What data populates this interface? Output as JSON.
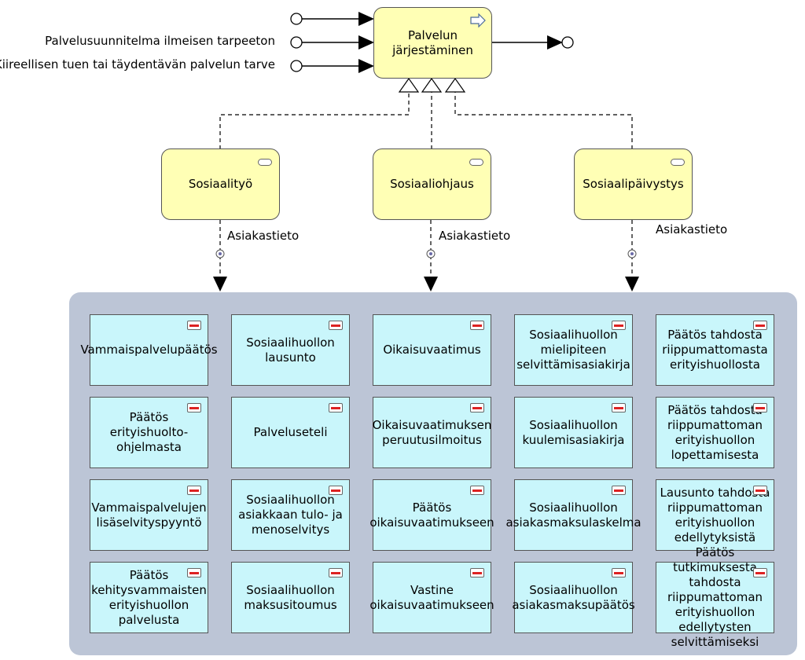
{
  "process": {
    "label": "Palvelun järjestäminen",
    "icon": "process-arrow-icon"
  },
  "external_inputs": [
    {
      "label": ""
    },
    {
      "label": "Palvelusuunnitelma ilmeisen tarpeeton"
    },
    {
      "label": "Kiireellisen tuen tai täydentävän palvelun tarve"
    }
  ],
  "services": [
    {
      "label": "Sosiaalityö",
      "flow_label": "Asiakastieto"
    },
    {
      "label": "Sosiaaliohjaus",
      "flow_label": "Asiakastieto"
    },
    {
      "label": "Sosiaalipäivystys",
      "flow_label": "Asiakastieto"
    }
  ],
  "documents": [
    "Vammaispalvelupäätös",
    "Sosiaalihuollon lausunto",
    "Oikaisuvaatimus",
    "Sosiaalihuollon mielipiteen selvittämisasiakirja",
    "Päätös tahdosta riippumattomasta erityishuollosta",
    "Päätös erityishuolto-ohjelmasta",
    "Palveluseteli",
    "Oikaisuvaatimuksen peruutusilmoitus",
    "Sosiaalihuollon kuulemisasiakirja",
    "Päätös tahdosta riippumattoman erityishuollon lopettamisesta",
    "Vammaispalvelujen lisäselvityspyyntö",
    "Sosiaalihuollon asiakkaan tulo- ja menoselvitys",
    "Päätös oikaisuvaatimukseen",
    "Sosiaalihuollon asiakasmaksulaskelma",
    "Lausunto tahdosta riippumattoman erityishuollon edellytyksistä",
    "Päätös kehitysvammaisten erityishuollon palvelusta",
    "Sosiaalihuollon maksusitoumus",
    "Vastine oikaisuvaatimukseen",
    "Sosiaalihuollon asiakasmaksupäätös",
    "Päätös tutkimuksesta tahdosta riippumattoman erityishuollon edellytysten selvittämiseksi"
  ],
  "icons": {
    "service": "service-icon",
    "document": "data-object-icon",
    "access": "access-icon"
  },
  "colors": {
    "process_fill": "#ffffb5",
    "document_fill": "#c9f6fb",
    "container_fill": "#bcc5d6"
  }
}
